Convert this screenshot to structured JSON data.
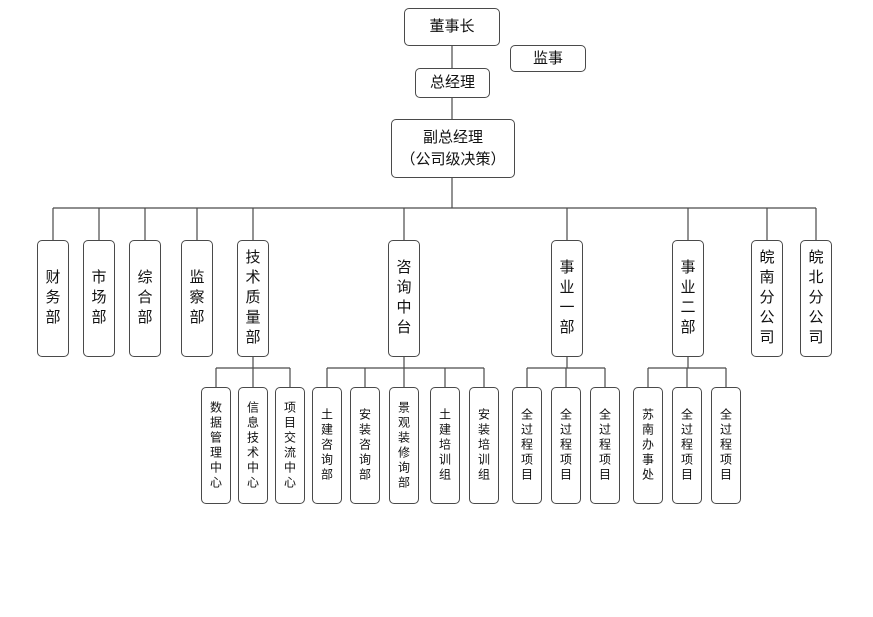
{
  "chairman": "董事长",
  "supervisor": "监事",
  "general_manager": "总经理",
  "deputy_gm": "副总经理\n（公司级决策）",
  "departments": {
    "finance": "财务部",
    "market": "市场部",
    "general_affairs": "综合部",
    "audit": "监察部",
    "tech_quality": "技术质量部",
    "consulting_center": "咨询中台",
    "business_1": "事业一部",
    "business_2": "事业二部",
    "anhui_south": "皖南分公司",
    "anhui_north": "皖北分公司"
  },
  "tech_quality_subs": [
    "数据管理中心",
    "信息技术中心",
    "项目交流中心"
  ],
  "consulting_subs": [
    "土建咨询部",
    "安装咨询部",
    "景观装修询部",
    "土建培训组",
    "安装培训组"
  ],
  "business_1_subs": [
    "全过程项目",
    "全过程项目",
    "全过程项目"
  ],
  "business_2_subs": [
    "苏南办事处",
    "全过程项目",
    "全过程项目"
  ]
}
